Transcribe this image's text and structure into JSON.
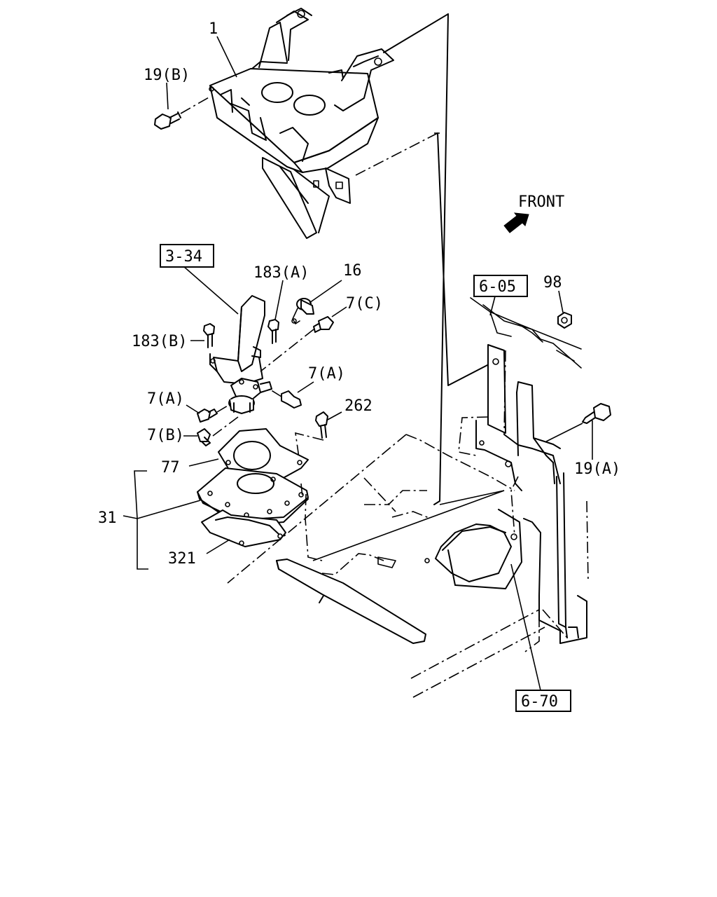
{
  "direction_label": "FRONT",
  "callouts": {
    "c1": "1",
    "c19b": "19(B)",
    "c334": "3-34",
    "c183a": "183(A)",
    "c16": "16",
    "c7c": "7(C)",
    "c183b": "183(B)",
    "c7a_right": "7(A)",
    "c7a_left": "7(A)",
    "c262": "262",
    "c7b": "7(B)",
    "c77": "77",
    "c31": "31",
    "c321": "321",
    "c605": "6-05",
    "c98": "98",
    "c19a": "19(A)",
    "c670": "6-70"
  },
  "icons": {
    "direction": "front-arrow-icon"
  }
}
